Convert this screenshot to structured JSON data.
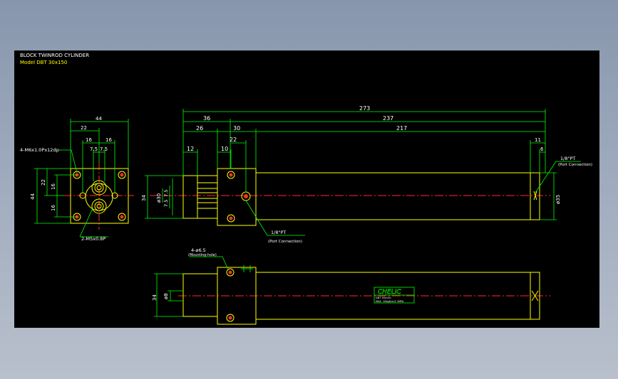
{
  "header": {
    "title": "BLOCK TWINROD CYLINDER",
    "model": "Model  DBT 30x150"
  },
  "colors": {
    "outline": "#ffff00",
    "dimension": "#00ff00",
    "centerline": "#ff2a2a",
    "text": "#ffffff",
    "background": "#000000"
  },
  "front_view": {
    "dims": {
      "width_44": "44",
      "left_22": "22",
      "mid_16a": "16",
      "mid_16b": "16",
      "half_a": "7.5",
      "half_b": "7.5",
      "height_44": "44",
      "height_22": "22",
      "height_16a": "16",
      "height_16b": "16"
    },
    "callouts": {
      "top_holes": "4-M6x1.0Px12dp",
      "bottom_holes": "2-M5x0.8P"
    }
  },
  "side_view": {
    "dims": {
      "total": "273",
      "left_36": "36",
      "body_237": "237",
      "seg_26": "26",
      "seg_30": "30",
      "tube_217": "217",
      "seg_12": "12",
      "seg_10": "10",
      "seg_22": "22",
      "right_11": "11",
      "right_6": "6",
      "rod_dia": "ø30",
      "height_34": "34",
      "inner_75a": "7.5",
      "inner_75b": "7.5",
      "end_dia": "ø35"
    },
    "ports": {
      "right_label": "1/8\"PT",
      "right_sub": "(Port Connection)",
      "bottom_label": "1/8\"PT",
      "bottom_sub": "(Port Connection)"
    }
  },
  "bottom_view": {
    "dims": {
      "height_34": "34",
      "rod_dia": "ø8"
    },
    "callouts": {
      "mount": "4-ø6.5",
      "mount_sub": "(Mounting-hole)"
    },
    "brand_label": "CHELIC",
    "nameplate_line1": "DBT 30x150",
    "nameplate_line2": "MAX. 10kgf/cm2  1MPa"
  }
}
